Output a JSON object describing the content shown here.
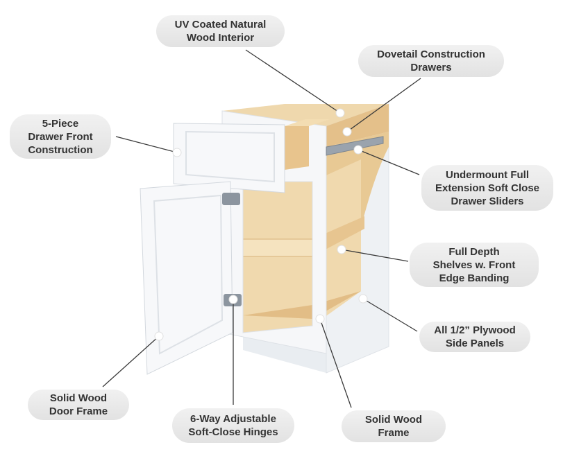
{
  "colors": {
    "cabinet_white": "#f7f8fa",
    "cabinet_shadow": "#dfe3e8",
    "plywood": "#ecd3a3",
    "plywood_dark": "#dcb983",
    "callout_bg": "#e6e6e6",
    "callout_text": "#333333",
    "leader_line": "#3a3a3a"
  },
  "callouts": [
    {
      "id": "uv-interior",
      "text": "UV Coated Natural\nWood Interior"
    },
    {
      "id": "dovetail-drawers",
      "text": "Dovetail Construction\nDrawers"
    },
    {
      "id": "drawer-front",
      "text": "5-Piece\nDrawer Front\nConstruction"
    },
    {
      "id": "drawer-sliders",
      "text": "Undermount Full\nExtension Soft Close\nDrawer Sliders"
    },
    {
      "id": "shelves",
      "text": "Full Depth\nShelves w. Front\nEdge Banding"
    },
    {
      "id": "side-panels",
      "text": "All 1/2” Plywood\nSide Panels"
    },
    {
      "id": "door-frame",
      "text": "Solid Wood\nDoor Frame"
    },
    {
      "id": "hinges",
      "text": "6-Way Adjustable\nSoft-Close Hinges"
    },
    {
      "id": "wood-frame",
      "text": "Solid Wood\nFrame"
    }
  ]
}
